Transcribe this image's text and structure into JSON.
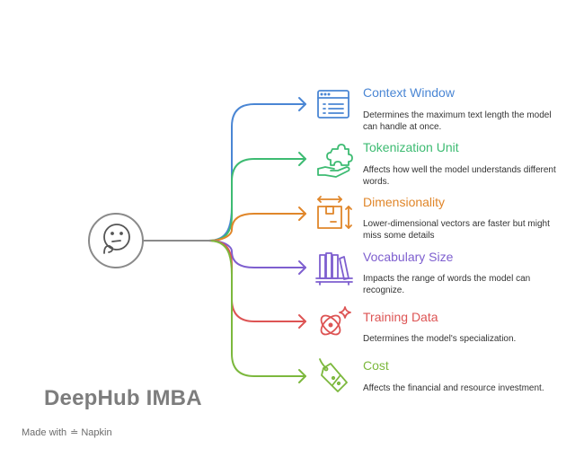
{
  "colors": {
    "hub": "#8a8a8a",
    "items": [
      "#4a86d4",
      "#3dbb72",
      "#e0862a",
      "#7e5fcf",
      "#dd5454",
      "#7cb83d"
    ]
  },
  "items": [
    {
      "title": "Context Window",
      "description": "Determines the maximum text length the model can handle at once.",
      "icon": "browser-window-icon"
    },
    {
      "title": "Tokenization Unit",
      "description": "Affects how well the model understands different words.",
      "icon": "puzzle-hand-icon"
    },
    {
      "title": "Dimensionality",
      "description": "Lower-dimensional vectors are faster but might miss some details",
      "icon": "box-dimensions-icon"
    },
    {
      "title": "Vocabulary Size",
      "description": "Impacts the range of words the model can recognize.",
      "icon": "bookshelf-icon"
    },
    {
      "title": "Training Data",
      "description": "Determines the model's specialization.",
      "icon": "atom-sparkle-icon"
    },
    {
      "title": "Cost",
      "description": "Affects the financial and resource investment.",
      "icon": "price-tag-icon"
    }
  ],
  "hub_icon": "thinking-face-icon",
  "watermark": "DeepHub IMBA",
  "credit": {
    "prefix": "Made with",
    "brand": "Napkin",
    "icon": "napkin-logo-icon"
  }
}
